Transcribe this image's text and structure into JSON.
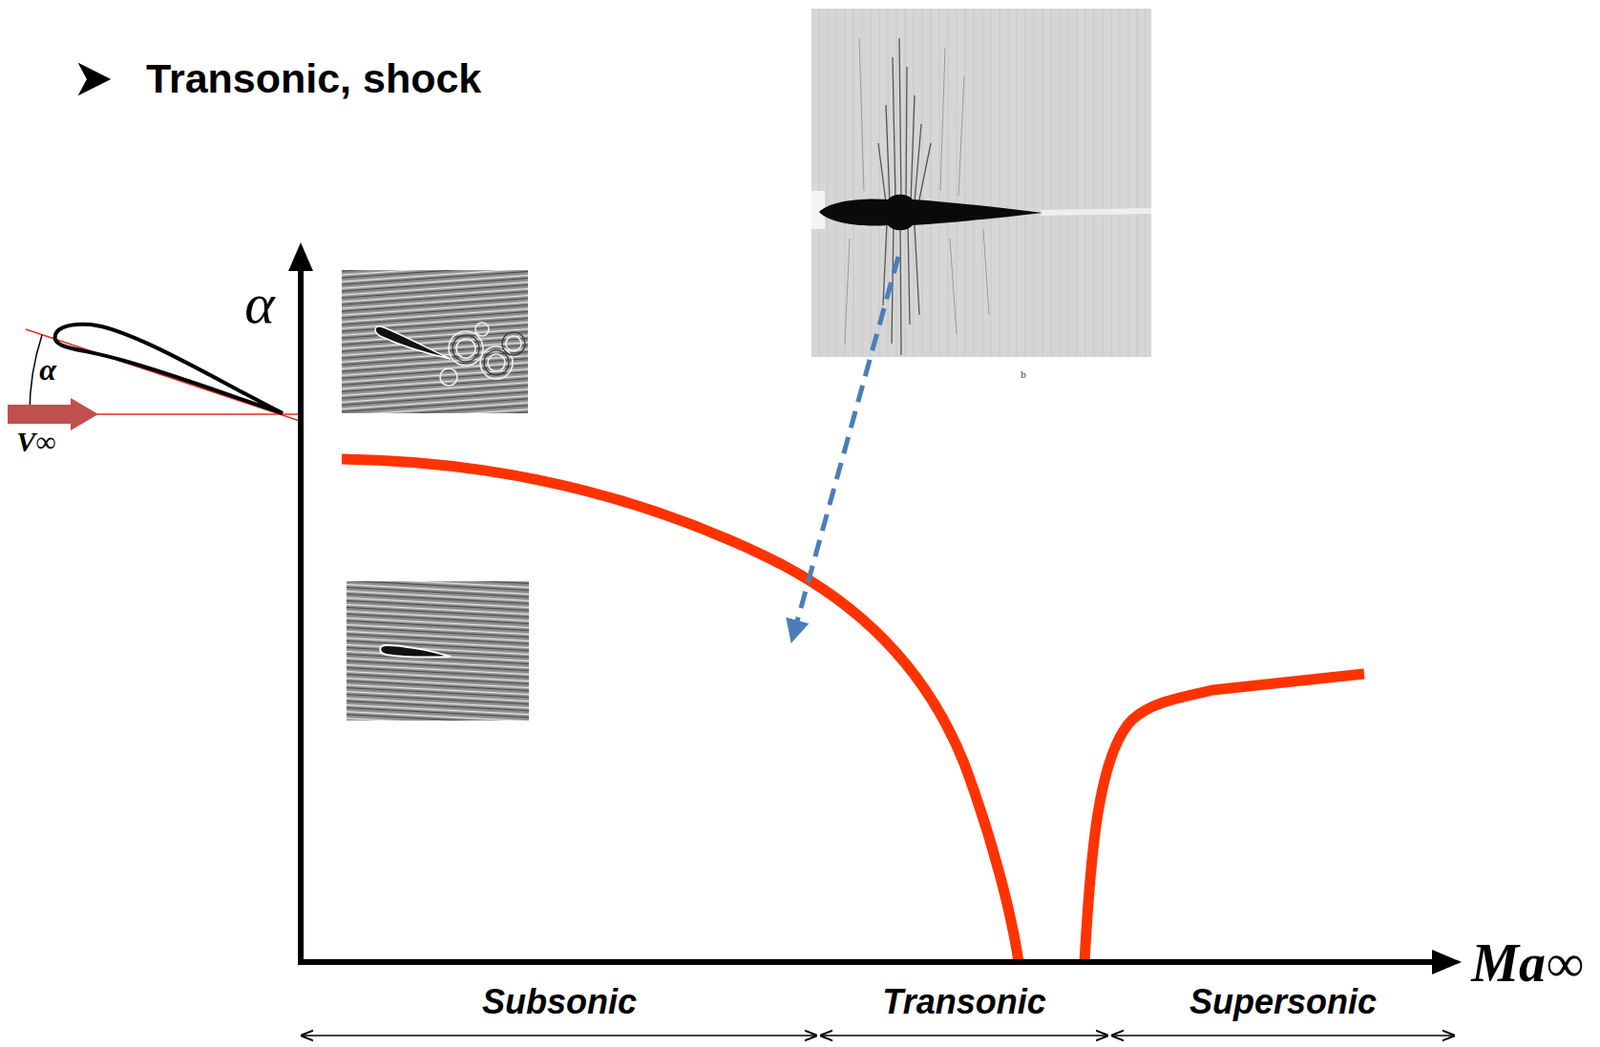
{
  "diagram": {
    "title": "Transonic, shock",
    "labels": [
      "α",
      "α",
      "V∞",
      "Ma∞",
      "Subsonic",
      "Transonic",
      "Supersonic",
      "b"
    ]
  }
}
